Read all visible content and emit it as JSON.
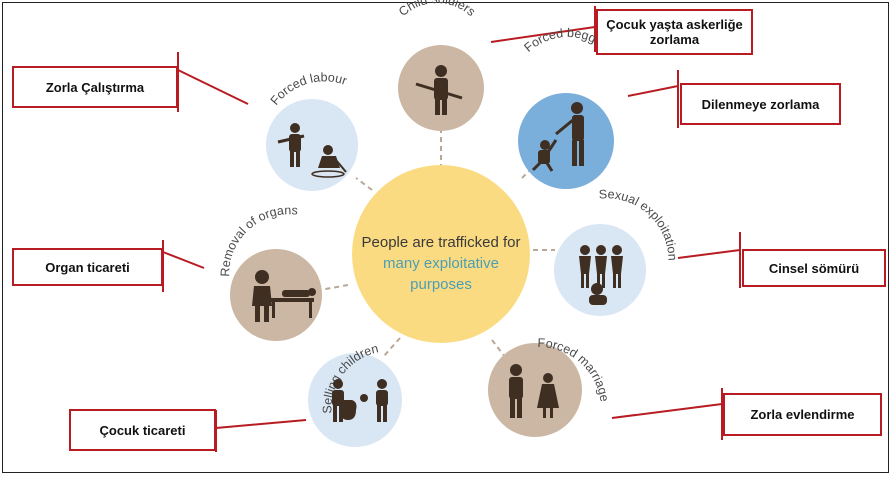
{
  "center": {
    "line1": "People are trafficked for",
    "line2": "many exploitative",
    "line3": "purposes",
    "fill": "#fbdb82",
    "accent": "#4a9fb5"
  },
  "nodes": [
    {
      "key": "child-soldiers",
      "label": "Child soldiers",
      "fill": "#cbb7a3",
      "icon": "soldier-with-rifle-icon"
    },
    {
      "key": "forced-begging",
      "label": "Forced begging",
      "fill": "#7aaedb",
      "icon": "begging-figures-icon"
    },
    {
      "key": "sexual-exploitation",
      "label": "Sexual exploitation",
      "fill": "#d9e6f4",
      "icon": "exploited-women-icon"
    },
    {
      "key": "forced-marriage",
      "label": "Forced marriage",
      "fill": "#cbb7a3",
      "icon": "marriage-couple-icon"
    },
    {
      "key": "selling-children",
      "label": "Selling children",
      "fill": "#d9e6f4",
      "icon": "money-bag-exchange-icon"
    },
    {
      "key": "removal-of-organs",
      "label": "Removal of organs",
      "fill": "#cbb7a3",
      "icon": "surgery-table-icon"
    },
    {
      "key": "forced-labour",
      "label": "Forced labour",
      "fill": "#d9e6f4",
      "icon": "guard-and-worker-icon"
    }
  ],
  "translations": {
    "child_soldiers": "Çocuk yaşta askerliğe zorlama",
    "forced_begging": "Dilenmeye zorlama",
    "sexual_exploitation": "Cinsel sömürü",
    "forced_marriage": "Zorla evlendirme",
    "selling_children": "Çocuk ticareti",
    "removal_of_organs": "Organ ticareti",
    "forced_labour": "Zorla Çalıştırma"
  },
  "colors": {
    "callout_border": "#b81c22",
    "dash": "#b8a898",
    "icon": "#3f2e22"
  }
}
